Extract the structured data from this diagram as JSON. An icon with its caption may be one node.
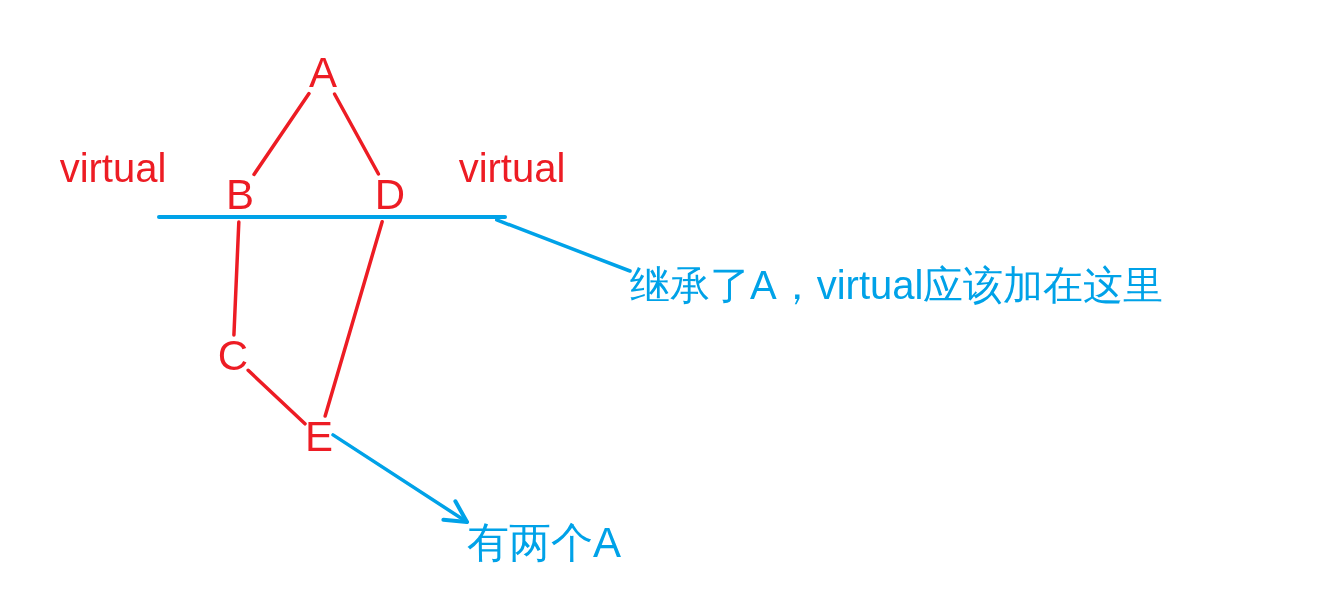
{
  "diagram": {
    "nodes": [
      {
        "text": [
          "A"
        ]
      },
      {
        "text": [
          "B"
        ]
      },
      {
        "text": [
          "D"
        ]
      },
      {
        "text": [],
        "shape": "line"
      },
      {
        "text": [
          "继承了A，virtual应该加在这里"
        ]
      },
      {
        "text": [
          "C"
        ]
      },
      {
        "text": [
          "E"
        ]
      },
      {
        "text": [
          "有两个A"
        ]
      }
    ],
    "edges": [
      {
        "from": 0,
        "to": 1,
        "arrow": "none"
      },
      {
        "from": 0,
        "to": 2,
        "arrow": "none"
      },
      {
        "from": 1,
        "to": 5,
        "arrow": "none"
      },
      {
        "from": 2,
        "to": 6,
        "arrow": "none"
      },
      {
        "from": 5,
        "to": 6,
        "arrow": "none"
      },
      {
        "from": 4,
        "to": 3,
        "arrow": "none",
        "color": "#00a2e8"
      },
      {
        "from": 6,
        "to": 7,
        "arrow": "to",
        "color": "#00a2e8"
      }
    ],
    "labels": [
      "virtual",
      "virtual"
    ]
  }
}
